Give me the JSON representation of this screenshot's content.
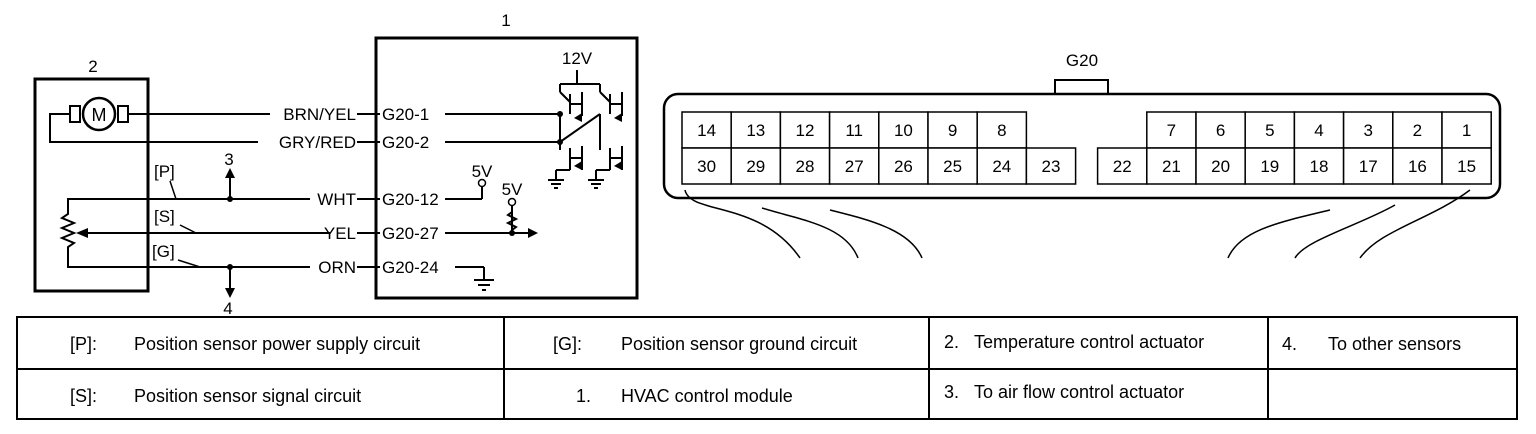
{
  "callouts": {
    "module": "1",
    "actuator": "2",
    "airflow": "3",
    "others": "4"
  },
  "supply": {
    "v12": "12V",
    "v5a": "5V",
    "v5b": "5V"
  },
  "motor_letter": "M",
  "branch_labels": {
    "p": "[P]",
    "s": "[S]",
    "g": "[G]"
  },
  "wires": [
    {
      "color": "BRN/YEL",
      "terminal": "G20-1"
    },
    {
      "color": "GRY/RED",
      "terminal": "G20-2"
    },
    {
      "color": "WHT",
      "terminal": "G20-12"
    },
    {
      "color": "YEL",
      "terminal": "G20-27"
    },
    {
      "color": "ORN",
      "terminal": "G20-24"
    }
  ],
  "connector": {
    "name": "G20",
    "top_row": [
      "14",
      "13",
      "12",
      "11",
      "10",
      "9",
      "8",
      "",
      "",
      "7",
      "6",
      "5",
      "4",
      "3",
      "2",
      "1"
    ],
    "bottom_row": [
      "30",
      "29",
      "28",
      "27",
      "26",
      "25",
      "24",
      "23",
      "22",
      "21",
      "20",
      "19",
      "18",
      "17",
      "16",
      "15"
    ]
  },
  "legend": {
    "p_code": "[P]:",
    "p_text": "Position sensor power supply circuit",
    "s_code": "[S]:",
    "s_text": "Position sensor signal circuit",
    "g_code": "[G]:",
    "g_text": "Position sensor ground circuit",
    "n1_code": "1.",
    "n1_text": "HVAC control module",
    "n2_code": "2.",
    "n2_text": "Temperature control actuator",
    "n3_code": "3.",
    "n3_text": "To air flow control actuator",
    "n4_code": "4.",
    "n4_text": "To other sensors"
  }
}
